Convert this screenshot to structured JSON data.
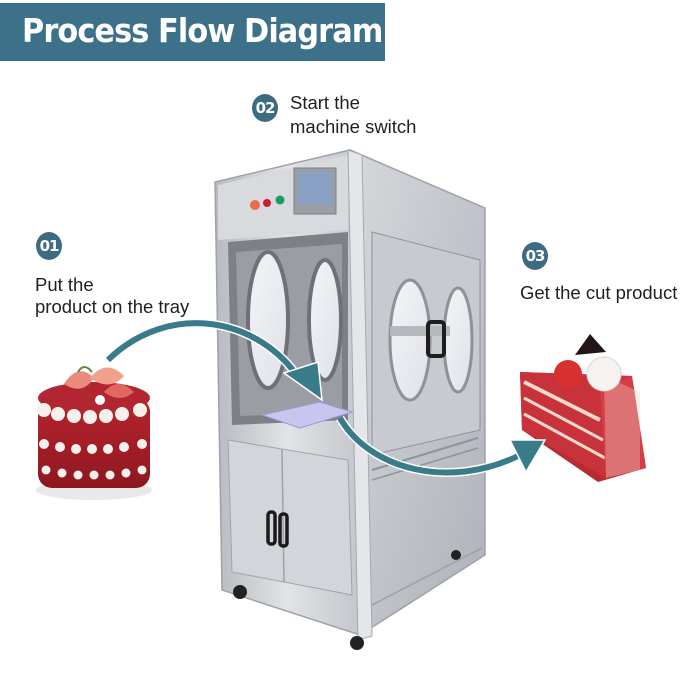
{
  "title": "Process Flow Diagram",
  "steps": [
    {
      "number": "01",
      "line1": "Put the",
      "line2": "product on the tray"
    },
    {
      "number": "02",
      "line1": "Start the",
      "line2": "machine switch"
    },
    {
      "number": "03",
      "line1": "Get the cut product",
      "line2": ""
    }
  ],
  "colors": {
    "banner": "#3d7189",
    "badge": "#3d6c80",
    "arrow": "#3a7b8a",
    "steel": "#c9ccd1",
    "cake_red": "#a8202a"
  },
  "images": {
    "machine": "ultrasonic cake cutting machine (stainless steel cabinet)",
    "input": "whole red velvet cake with strawberries",
    "output": "slice of red velvet cake"
  }
}
